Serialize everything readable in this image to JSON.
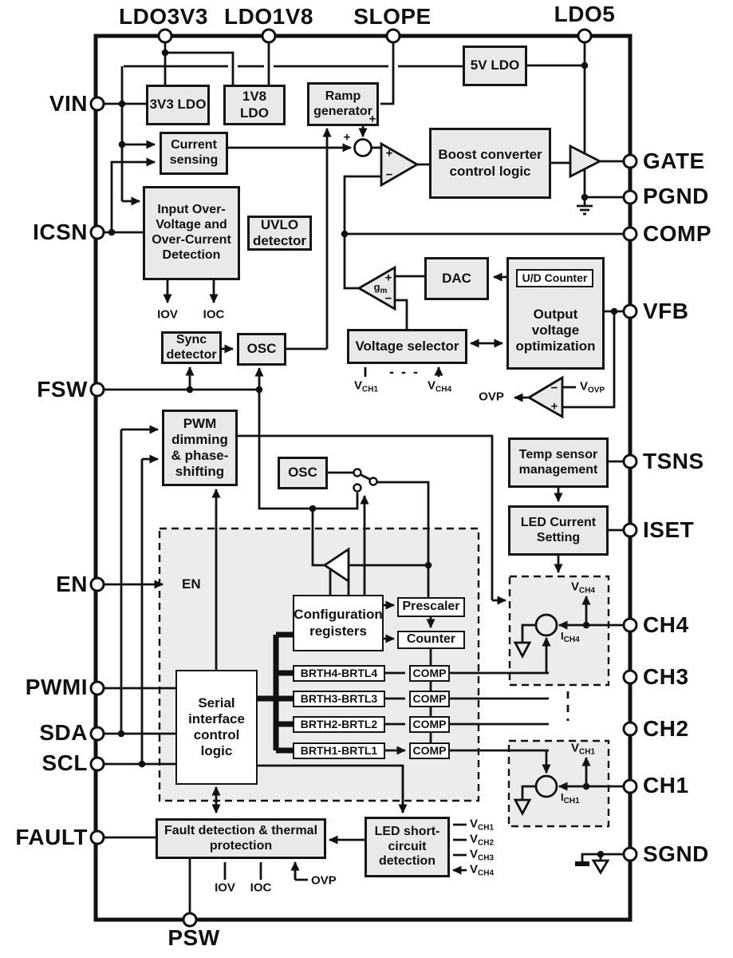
{
  "pins": {
    "top": [
      "LDO3V3",
      "LDO1V8",
      "SLOPE",
      "LDO5"
    ],
    "left": [
      "VIN",
      "ICSN",
      "FSW",
      "EN",
      "PWMI",
      "SDA",
      "SCL",
      "FAULT"
    ],
    "right": [
      "GATE",
      "PGND",
      "COMP",
      "VFB",
      "TSNS",
      "ISET",
      "CH4",
      "CH3",
      "CH2",
      "CH1",
      "SGND"
    ],
    "bottom": [
      "PSW"
    ]
  },
  "blocks": {
    "ldo3v3": "3V3 LDO",
    "ldo1v8": "1V8 LDO",
    "ramp": "Ramp generator",
    "ldo5v": "5V LDO",
    "current_sensing": "Current sensing",
    "boost": "Boost converter control logic",
    "input_ovd": "Input Over-Voltage and Over-Current Detection",
    "uvlo": "UVLO detector",
    "dac": "DAC",
    "ud_counter": "U/D Counter",
    "output_voltage_opt": "Output voltage optimization",
    "voltage_selector": "Voltage selector",
    "sync_detector": "Sync detector",
    "osc": "OSC",
    "pwm_dimming": "PWM dimming & phase-shifting",
    "temp_sensor": "Temp sensor management",
    "led_current": "LED Current Setting",
    "config_registers": "Configuration registers",
    "prescaler": "Prescaler",
    "counter": "Counter",
    "brth4": "BRTH4-BRTL4",
    "brth3": "BRTH3-BRTL3",
    "brth2": "BRTH2-BRTL2",
    "brth1": "BRTH1-BRTL1",
    "comp": "COMP",
    "serial": "Serial interface control logic",
    "fault_detection": "Fault detection & thermal protection",
    "led_short": "LED short-circuit detection"
  },
  "labels": {
    "en_internal": "EN",
    "iov_top": "IOV",
    "ioc_top": "IOC",
    "iov_bottom": "IOV",
    "ioc_bottom": "IOC",
    "ovp_bottom": "OVP",
    "ovp_out": "OVP",
    "dashes": "- - -"
  },
  "symbols": {
    "plus": "+",
    "minus": "−",
    "gm_base": "g",
    "gm_sub": "m"
  },
  "subs": {
    "vch1_sel": {
      "b": "V",
      "s": "CH1"
    },
    "vch4_sel": {
      "b": "V",
      "s": "CH4"
    },
    "vovp": {
      "b": "V",
      "s": "OVP"
    },
    "vch4_src": {
      "b": "V",
      "s": "CH4"
    },
    "ich4": {
      "b": "I",
      "s": "CH4"
    },
    "vch1_src": {
      "b": "V",
      "s": "CH1"
    },
    "ich1": {
      "b": "I",
      "s": "CH1"
    },
    "vch1_in": {
      "b": "V",
      "s": "CH1"
    },
    "vch2_in": {
      "b": "V",
      "s": "CH2"
    },
    "vch3_in": {
      "b": "V",
      "s": "CH3"
    },
    "vch4_in": {
      "b": "V",
      "s": "CH4"
    }
  },
  "colors": {
    "background": "#ffffff",
    "block_fill": "#e9e9e9",
    "dashed_fill": "#ececec",
    "line": "#111111"
  }
}
